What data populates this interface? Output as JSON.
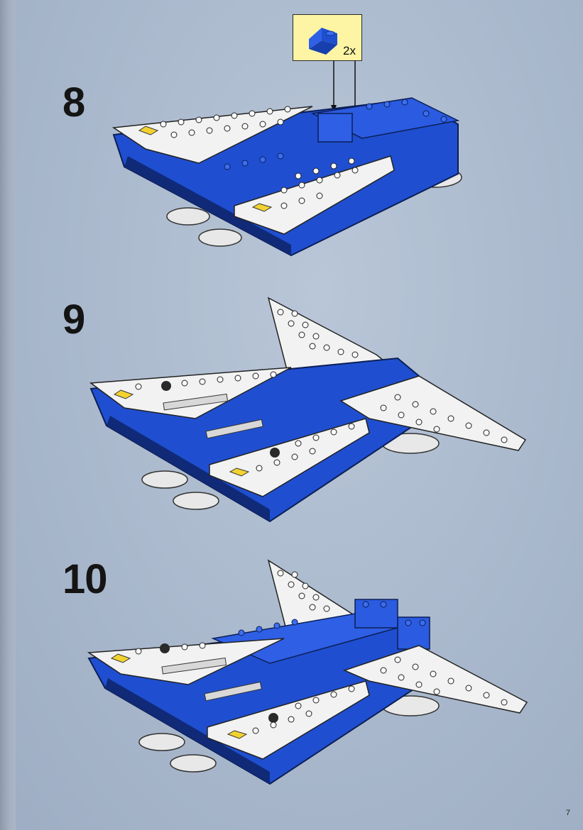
{
  "steps": [
    {
      "number": "8"
    },
    {
      "number": "9"
    },
    {
      "number": "10"
    }
  ],
  "parts_callout": {
    "quantity": "2x",
    "part_icon": "blue-slope-brick-icon",
    "part_color": "#1f4fd0"
  },
  "page_number": "7",
  "colors": {
    "background": "#aebbd0",
    "brick_blue": "#1f4fd0",
    "brick_white": "#f2f2f2",
    "stud_dark": "#2a2a2a",
    "callout_fill": "#fdf4a4"
  }
}
